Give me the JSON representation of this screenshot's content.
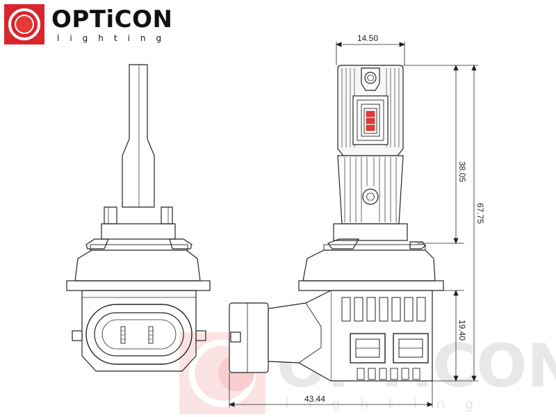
{
  "brand": {
    "name": "OPTiCON",
    "tagline": "lighting",
    "accent_color": "#d9262c"
  },
  "watermark": {
    "name": "OPTiCON",
    "tagline": "lighting"
  },
  "dimensions": {
    "width_top": "14.50",
    "height_body": "38.05",
    "height_total": "67.75",
    "height_base": "19.40",
    "width_base": "43.44"
  }
}
